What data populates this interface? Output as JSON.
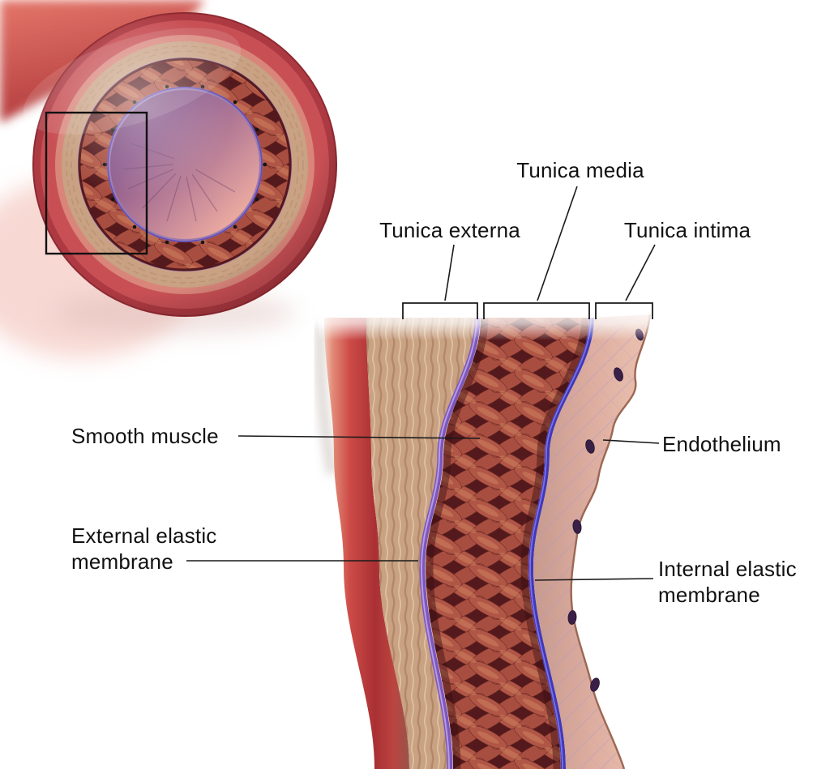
{
  "labels": {
    "tunica_media": "Tunica media",
    "tunica_externa": "Tunica externa",
    "tunica_intima": "Tunica intima",
    "smooth_muscle": "Smooth muscle",
    "endothelium": "Endothelium",
    "external_elastic_membrane": "External elastic membrane",
    "internal_elastic_membrane": "Internal elastic membrane"
  },
  "colors": {
    "background": "#ffffff",
    "artery_red": "#c24b48",
    "tunica_externa_tan": "#c9a183",
    "smooth_muscle_red": "#b05646",
    "media_dark": "#54191c",
    "external_elastic_purple": "#7c57bd",
    "internal_elastic_blue": "#4038b8",
    "intima_pink": "#dcab9e",
    "nucleus_purple": "#3a2047",
    "label_text": "#111111"
  }
}
